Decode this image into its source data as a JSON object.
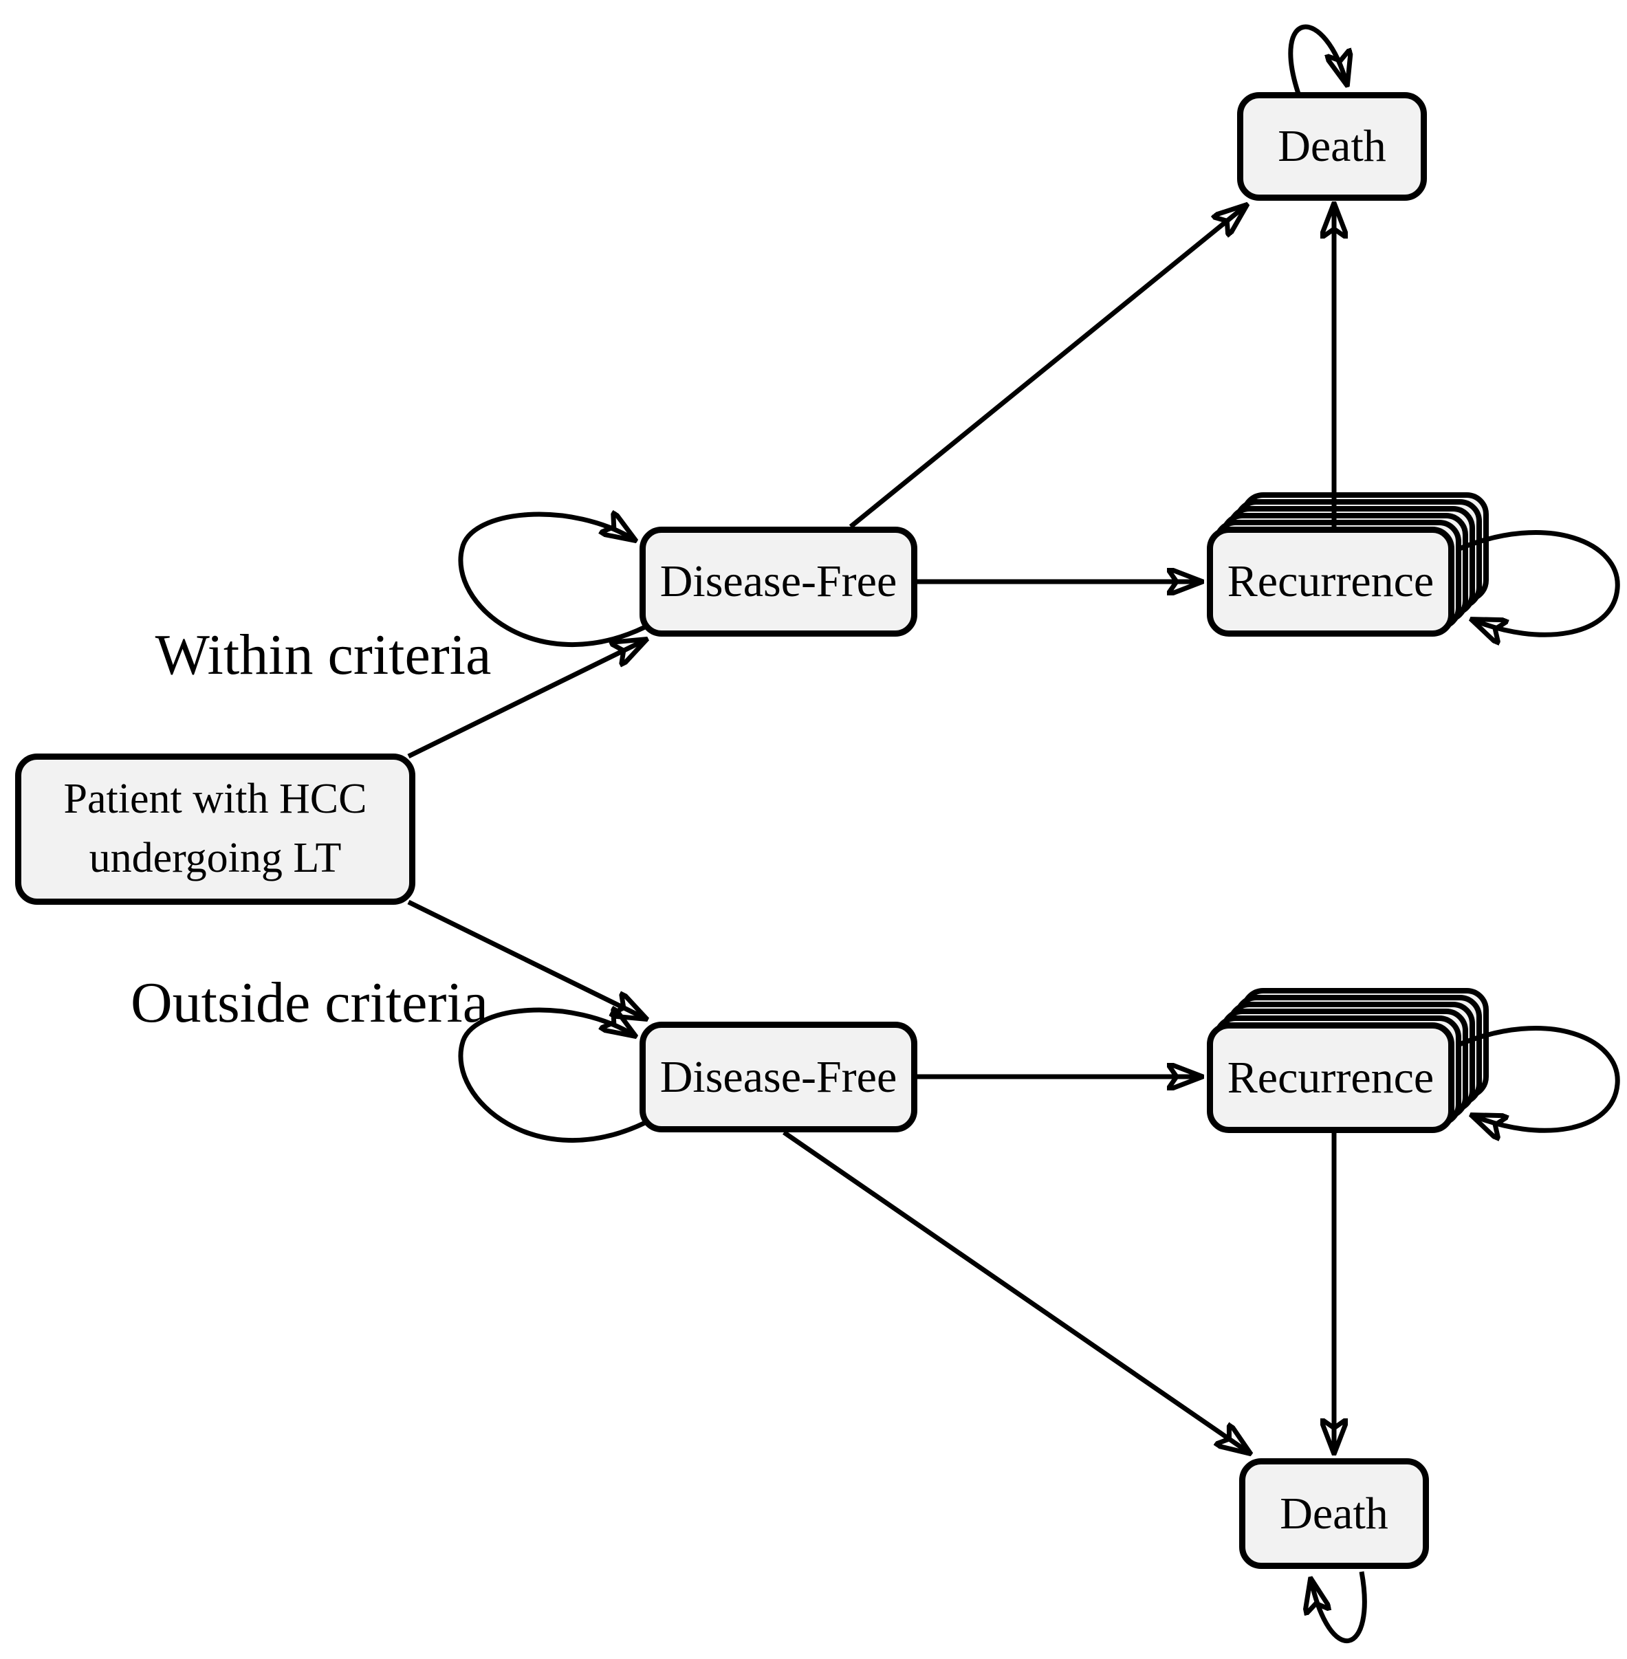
{
  "figure": {
    "type": "state-transition-diagram",
    "colors": {
      "background": "#ffffff",
      "node_fill": "#f2f2f2",
      "node_border": "#000000",
      "arrow": "#000000"
    },
    "branches": [
      {
        "id": "within",
        "label": "Within criteria"
      },
      {
        "id": "outside",
        "label": "Outside criteria"
      }
    ],
    "nodes": {
      "patient": {
        "lines": [
          "Patient with HCC",
          "undergoing LT"
        ]
      },
      "disease_free_top": {
        "label": "Disease-Free"
      },
      "recurrence_top": {
        "label": "Recurrence",
        "stacked": true
      },
      "death_top": {
        "label": "Death"
      },
      "disease_free_bottom": {
        "label": "Disease-Free"
      },
      "recurrence_bottom": {
        "label": "Recurrence",
        "stacked": true
      },
      "death_bottom": {
        "label": "Death"
      }
    },
    "edges": [
      {
        "from": "patient",
        "to": "disease_free_top",
        "branch": "Within criteria"
      },
      {
        "from": "patient",
        "to": "disease_free_bottom",
        "branch": "Outside criteria"
      },
      {
        "from": "disease_free_top",
        "to": "disease_free_top",
        "type": "self-loop"
      },
      {
        "from": "disease_free_top",
        "to": "recurrence_top"
      },
      {
        "from": "disease_free_top",
        "to": "death_top"
      },
      {
        "from": "recurrence_top",
        "to": "death_top"
      },
      {
        "from": "recurrence_top",
        "to": "recurrence_top",
        "type": "self-loop"
      },
      {
        "from": "death_top",
        "to": "death_top",
        "type": "self-loop"
      },
      {
        "from": "disease_free_bottom",
        "to": "disease_free_bottom",
        "type": "self-loop"
      },
      {
        "from": "disease_free_bottom",
        "to": "recurrence_bottom"
      },
      {
        "from": "disease_free_bottom",
        "to": "death_bottom"
      },
      {
        "from": "recurrence_bottom",
        "to": "death_bottom"
      },
      {
        "from": "recurrence_bottom",
        "to": "recurrence_bottom",
        "type": "self-loop"
      },
      {
        "from": "death_bottom",
        "to": "death_bottom",
        "type": "self-loop"
      }
    ]
  }
}
